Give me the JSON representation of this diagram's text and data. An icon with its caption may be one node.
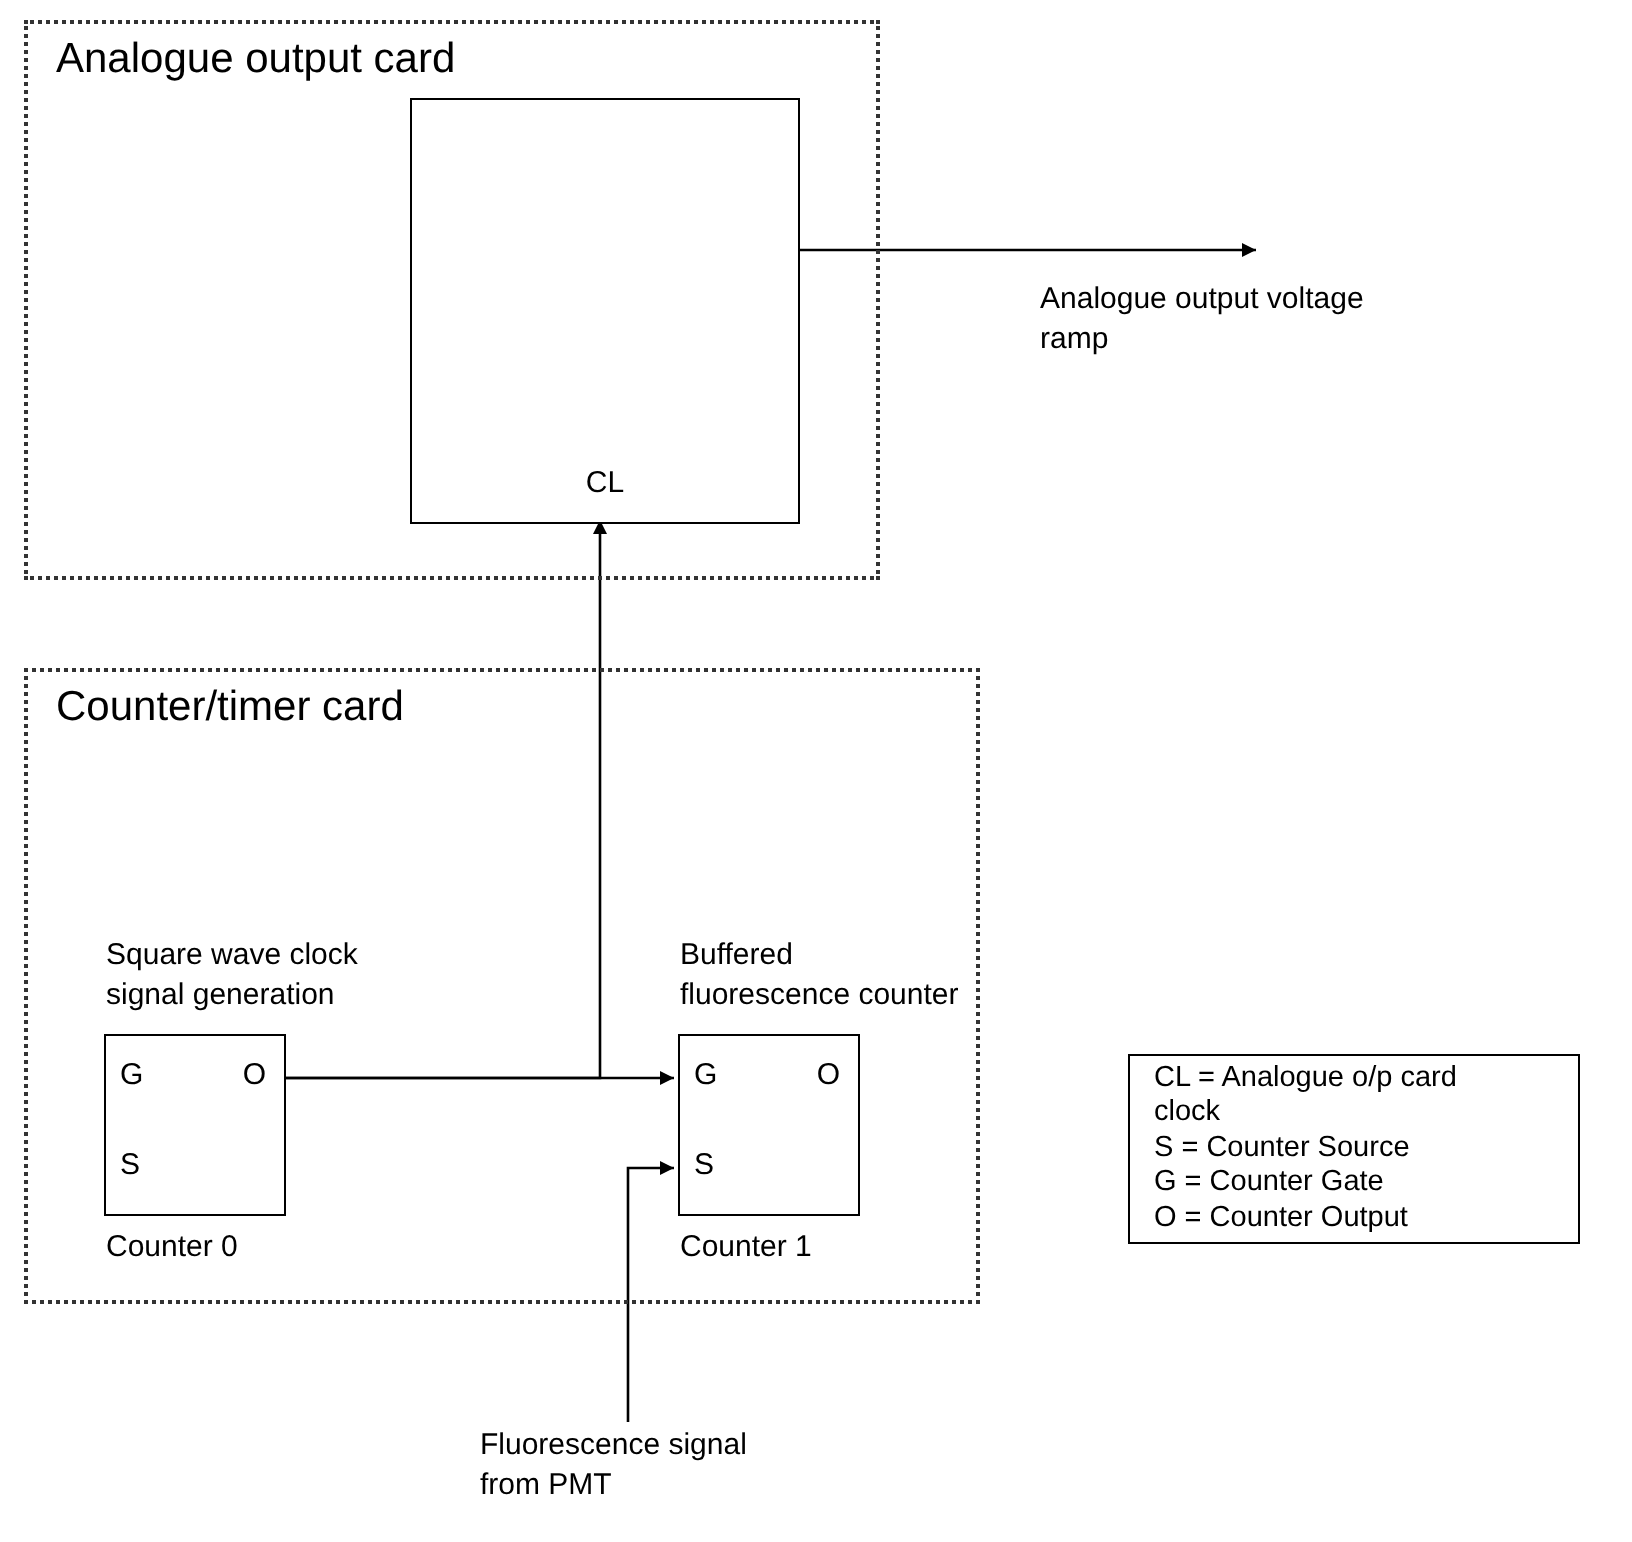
{
  "diagram": {
    "nodes": [
      {
        "text": [
          "Analogue output card"
        ]
      },
      {
        "text": [
          "CL"
        ],
        "in": 0
      },
      {
        "text": [
          "Analogue output voltage ramp"
        ]
      },
      {
        "text": [
          "Counter/timer card"
        ]
      },
      {
        "text": [
          "G",
          "O",
          "S"
        ],
        "in": 3,
        "beside": [
          "Square wave clock signal generation",
          "Counter 0"
        ]
      },
      {
        "text": [
          "G",
          "O",
          "S"
        ],
        "in": 3,
        "beside": [
          "Buffered fluorescence counter",
          "Counter 1"
        ]
      },
      {
        "text": [
          "Fluorescence signal from PMT"
        ]
      },
      {
        "text": [
          "CL = Analogue o/p card clock",
          "S = Counter Source",
          "G = Counter Gate",
          "O = Counter Output"
        ]
      }
    ],
    "edges": [
      {
        "from": 1,
        "to": 2,
        "arrow": "to"
      },
      {
        "from": 4,
        "to": 5,
        "arrow": "to"
      },
      {
        "from": 4,
        "to": 1,
        "arrow": "to"
      },
      {
        "from": 6,
        "to": 5,
        "arrow": "to"
      }
    ]
  }
}
